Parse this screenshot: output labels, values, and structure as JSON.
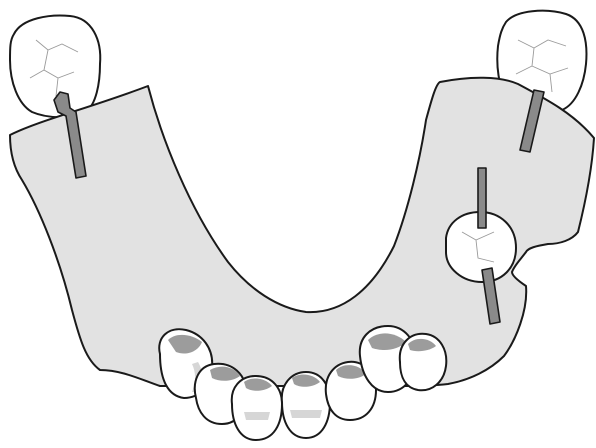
{
  "figure": {
    "subject": "partial-denture-illustration",
    "colors": {
      "background": "#ffffff",
      "plate": "#e2e2e2",
      "clasp": "#8a8a8a",
      "outline": "#1a1a1a",
      "tooth": "#ffffff",
      "gingiva": "#9c9c9c"
    },
    "elements": {
      "molars": 3,
      "clasps": 4,
      "anterior_teeth": 7
    }
  }
}
